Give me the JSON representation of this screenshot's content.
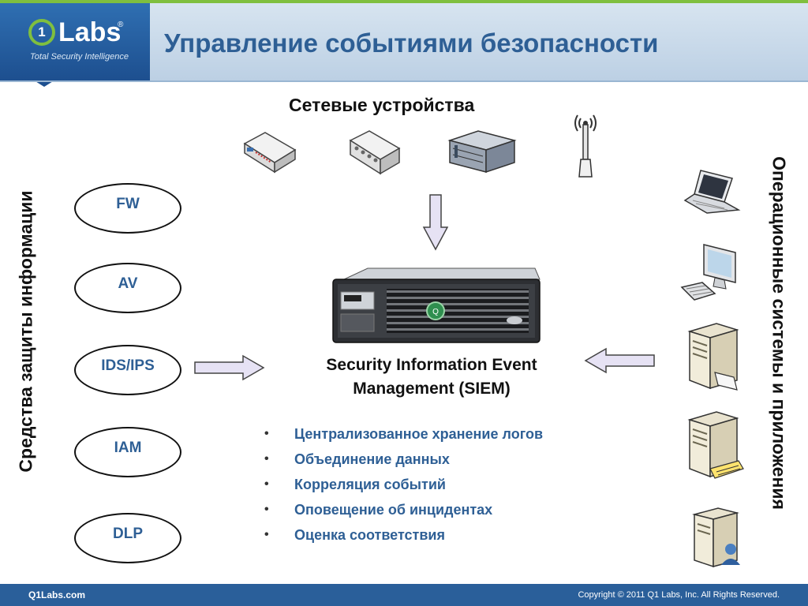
{
  "header": {
    "logo_q": "1",
    "logo_text": "Labs",
    "logo_reg": "®",
    "logo_tagline": "Total Security Intelligence",
    "title": "Управление событиями безопасности"
  },
  "network_devices": {
    "title": "Сетевые устройства"
  },
  "left_group": {
    "title": "Средства защиты информации",
    "items": [
      "FW",
      "AV",
      "IDS/IPS",
      "IAM",
      "DLP"
    ]
  },
  "right_group": {
    "title": "Операционные системы и приложения"
  },
  "siem": {
    "label_line1": "Security Information Event",
    "label_line2": "Management (SIEM)",
    "bullet_glyph": "•",
    "bullets": [
      "Централизованное хранение логов",
      "Объединение данных",
      "Корреляция событий",
      "Оповещение об инцидентах",
      "Оценка соответствия"
    ]
  },
  "footer": {
    "left": "Q1Labs.com",
    "right": "Copyright © 2011 Q1 Labs, Inc. All Rights Reserved."
  },
  "colors": {
    "accent": "#2e5f95",
    "brand_green": "#7fbf3f",
    "footer": "#2a5f9a",
    "arrow_fill": "#e6e2f4"
  }
}
